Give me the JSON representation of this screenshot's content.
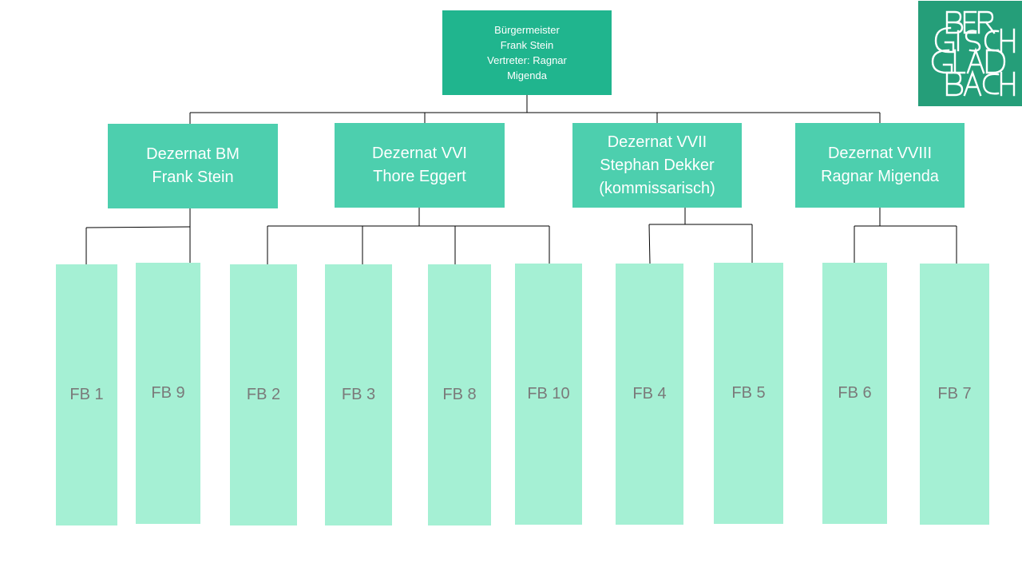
{
  "mayor": {
    "lines": [
      "Bürgermeister",
      "Frank Stein",
      "Vertreter: Ragnar",
      "Migenda"
    ]
  },
  "dezernate": [
    {
      "lines": [
        "Dezernat BM",
        "Frank Stein"
      ]
    },
    {
      "lines": [
        "Dezernat VVI",
        "Thore Eggert"
      ]
    },
    {
      "lines": [
        "Dezernat VVII",
        "Stephan Dekker",
        "(kommissarisch)"
      ]
    },
    {
      "lines": [
        "Dezernat VVIII",
        "Ragnar Migenda"
      ]
    }
  ],
  "fachbereiche": [
    {
      "label": "FB 1"
    },
    {
      "label": "FB 9"
    },
    {
      "label": "FB 2"
    },
    {
      "label": "FB 3"
    },
    {
      "label": "FB 8"
    },
    {
      "label": "FB 10"
    },
    {
      "label": "FB 4"
    },
    {
      "label": "FB 5"
    },
    {
      "label": "FB 6"
    },
    {
      "label": "FB 7"
    }
  ],
  "logo": {
    "text": "BERGISCH GLADBACH",
    "color": "#259e79"
  },
  "colors": {
    "mayor": "#20b58e",
    "dezernat": "#4dcfae",
    "fachbereich": "#a5f0d4",
    "fb_text": "#7a7a7a",
    "connector": "#000000"
  }
}
